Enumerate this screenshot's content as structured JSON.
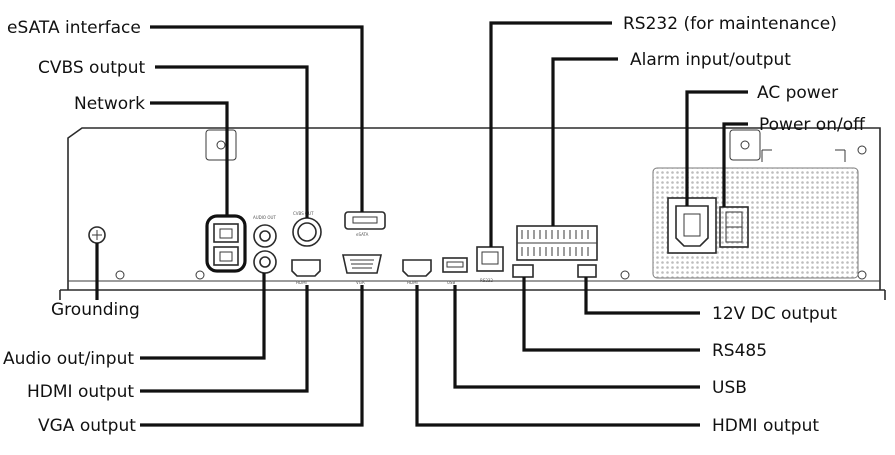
{
  "labels_left": {
    "esata": "eSATA interface",
    "cvbs": "CVBS output",
    "network": "Network",
    "grounding": "Grounding",
    "audio": "Audio out/input",
    "hdmi_left": "HDMI output",
    "vga": "VGA output"
  },
  "labels_right": {
    "rs232": "RS232 (for maintenance)",
    "alarm": "Alarm input/output",
    "ac_power": "AC power",
    "power_switch": "Power on/off",
    "dc12v": "12V DC output",
    "rs485": "RS485",
    "usb": "USB",
    "hdmi_right": "HDMI output"
  },
  "colors": {
    "line": "#111111",
    "panel_fill": "#ffffff",
    "vent": "#c8c8c8"
  }
}
